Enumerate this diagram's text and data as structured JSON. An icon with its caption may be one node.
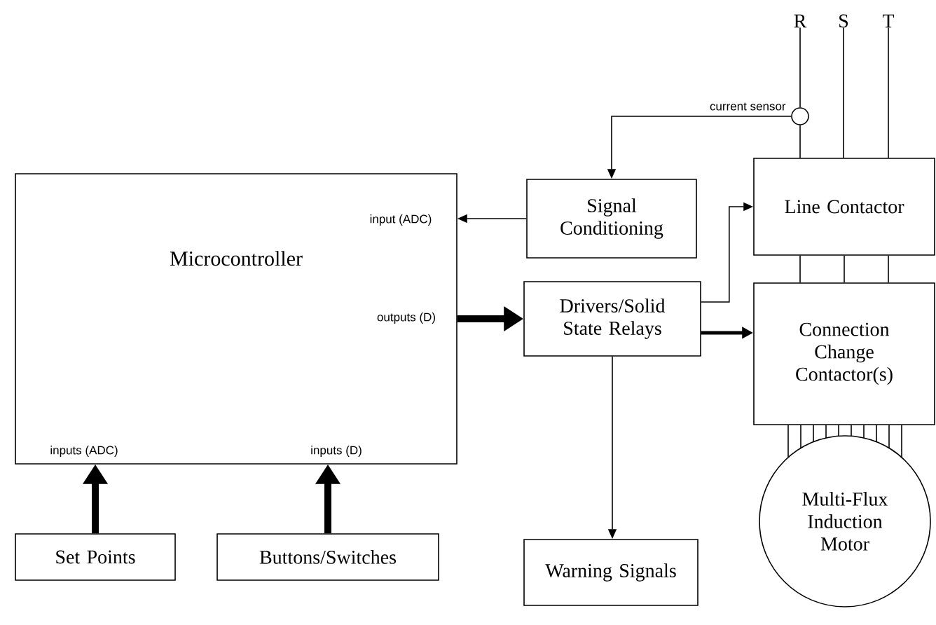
{
  "diagram": {
    "nodes": [
      {
        "text": [
          "Microcontroller"
        ]
      },
      {
        "text": [
          "Signal Conditioning"
        ]
      },
      {
        "text": [
          "Drivers/Solid State Relays"
        ]
      },
      {
        "text": [
          "Line Contactor"
        ]
      },
      {
        "text": [
          "Connection Change Contactor(s)"
        ]
      },
      {
        "text": [
          "Multi-Flux Induction Motor"
        ]
      },
      {
        "text": [
          "Warning Signals"
        ]
      },
      {
        "text": [
          "Set Points"
        ]
      },
      {
        "text": [
          "Buttons/Switches"
        ]
      },
      {
        "text": [],
        "shape": "circle",
        "beside": [
          "current sensor"
        ]
      },
      {
        "text": [
          "R"
        ]
      },
      {
        "text": [
          "S"
        ]
      },
      {
        "text": [
          "T"
        ]
      }
    ],
    "edges": [
      {
        "from": 9,
        "to": 1,
        "arrow": "to"
      },
      {
        "from": 1,
        "to": 0,
        "arrow": "to"
      },
      {
        "from": 0,
        "to": 2,
        "arrow": "to",
        "style": "thick"
      },
      {
        "from": 2,
        "to": 3,
        "arrow": "to"
      },
      {
        "from": 2,
        "to": 4,
        "arrow": "to",
        "style": "thick"
      },
      {
        "from": 2,
        "to": 6,
        "arrow": "to"
      },
      {
        "from": 7,
        "to": 0,
        "arrow": "to",
        "style": "thick"
      },
      {
        "from": 8,
        "to": 0,
        "arrow": "to",
        "style": "thick"
      },
      {
        "from": 10,
        "to": 9,
        "arrow": "none"
      },
      {
        "from": 9,
        "to": 3,
        "arrow": "none"
      },
      {
        "from": 11,
        "to": 3,
        "arrow": "none"
      },
      {
        "from": 12,
        "to": 3,
        "arrow": "none"
      },
      {
        "from": 3,
        "to": 4,
        "arrow": "none"
      },
      {
        "from": 3,
        "to": 4,
        "arrow": "none"
      },
      {
        "from": 3,
        "to": 4,
        "arrow": "none"
      },
      {
        "from": 4,
        "to": 5,
        "arrow": "none"
      },
      {
        "from": 4,
        "to": 5,
        "arrow": "none"
      },
      {
        "from": 4,
        "to": 5,
        "arrow": "none"
      },
      {
        "from": 4,
        "to": 5,
        "arrow": "none"
      },
      {
        "from": 4,
        "to": 5,
        "arrow": "none"
      },
      {
        "from": 4,
        "to": 5,
        "arrow": "none"
      },
      {
        "from": 4,
        "to": 5,
        "arrow": "none"
      },
      {
        "from": 4,
        "to": 5,
        "arrow": "none"
      },
      {
        "from": 4,
        "to": 5,
        "arrow": "none"
      },
      {
        "from": 4,
        "to": 5,
        "arrow": "none"
      }
    ],
    "labels": [
      "input (ADC)",
      "outputs (D)",
      "inputs (ADC)",
      "inputs (D)"
    ]
  }
}
